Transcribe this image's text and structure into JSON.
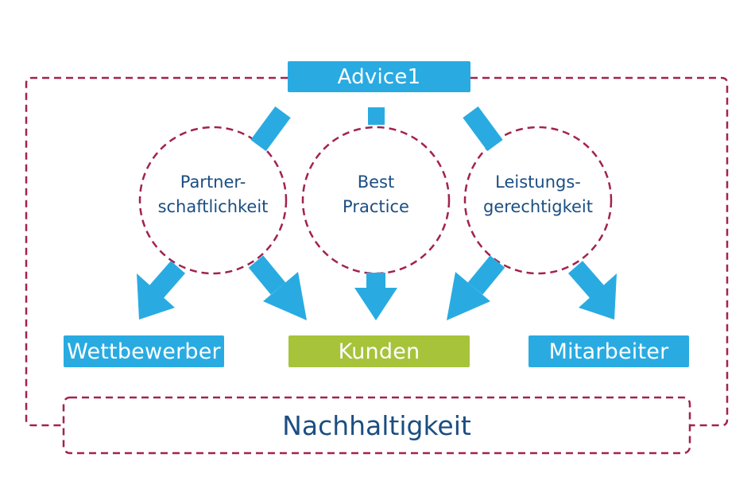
{
  "colors": {
    "accent_blue": "#29abe2",
    "accent_green": "#a6c33a",
    "dashed_border": "#a3224e",
    "text_dark_blue": "#1b4e82"
  },
  "top": {
    "label": "Advice1"
  },
  "circles": [
    {
      "line1": "Partner-",
      "line2": "schaftlichkeit"
    },
    {
      "line1": "Best",
      "line2": "Practice"
    },
    {
      "line1": "Leistungs-",
      "line2": "gerechtigkeit"
    }
  ],
  "targets": [
    {
      "label": "Wettbewerber"
    },
    {
      "label": "Kunden"
    },
    {
      "label": "Mitarbeiter"
    }
  ],
  "base": {
    "label": "Nachhaltigkeit"
  }
}
